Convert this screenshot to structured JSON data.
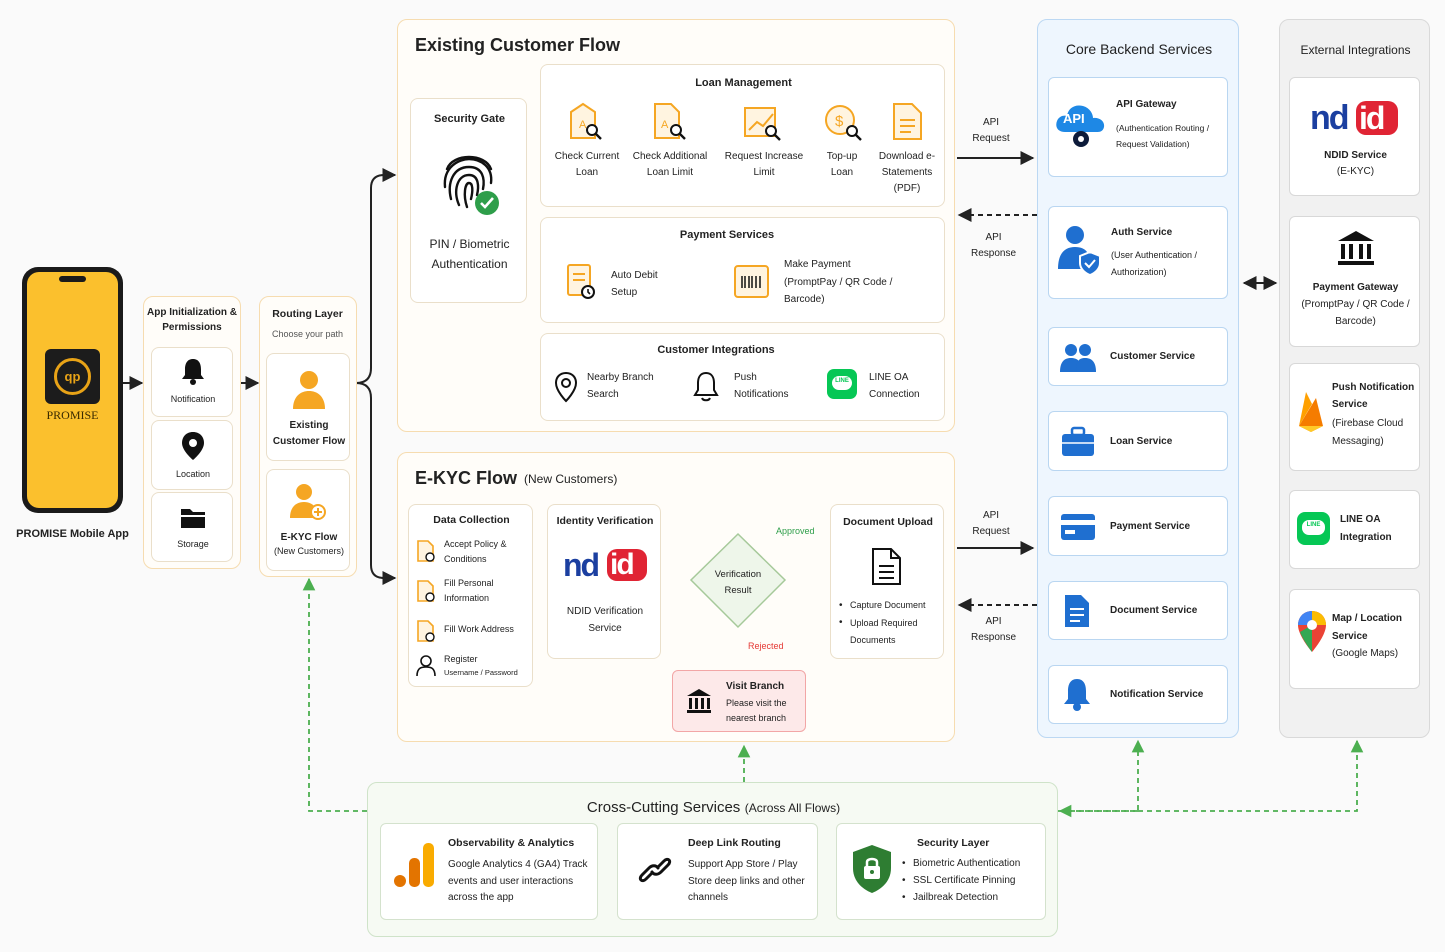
{
  "colors": {
    "orange": "#f5a623",
    "blue": "#1f6fd0",
    "green": "#2e7d32",
    "red": "#d32f2f",
    "ndid_blue": "#1b3fa0",
    "ndid_red": "#e02434"
  },
  "app": {
    "label": "PROMISE Mobile App",
    "brand": "PROMISE",
    "logo_letters": "qp"
  },
  "init": {
    "title": "App Initialization & Permissions",
    "items": [
      "Notification",
      "Location",
      "Storage"
    ]
  },
  "routing": {
    "title": "Routing Layer",
    "subtitle": "Choose your path",
    "existing": "Existing Customer Flow",
    "ekyc": "E-KYC Flow",
    "ekyc_sub": "(New Customers)"
  },
  "existing": {
    "title": "Existing Customer Flow",
    "security_gate": {
      "title": "Security Gate",
      "desc": "PIN / Biometric Authentication"
    },
    "loan_management": {
      "title": "Loan Management",
      "items": [
        "Check Current Loan",
        "Check Additional Loan Limit",
        "Request Increase Limit",
        "Top-up Loan",
        "Download e-Statements (PDF)"
      ]
    },
    "payment_services": {
      "title": "Payment Services",
      "auto_debit": "Auto Debit Setup",
      "make_payment": "Make Payment (PromptPay / QR Code / Barcode)"
    },
    "customer_integrations": {
      "title": "Customer Integrations",
      "items": [
        "Nearby Branch Search",
        "Push Notifications",
        "LINE OA Connection"
      ],
      "line_logo": "LINE"
    }
  },
  "ekyc": {
    "title": "E-KYC Flow",
    "subtitle": "(New Customers)",
    "data_collection": {
      "title": "Data Collection",
      "items": [
        "Accept Policy & Conditions",
        "Fill Personal Information",
        "Fill Work Address",
        "Register"
      ],
      "register_sub": "Username / Password"
    },
    "identity": {
      "title": "Identity Verification",
      "logo_a": "nd",
      "logo_b": "id",
      "desc": "NDID Verification Service"
    },
    "decision": {
      "label": "Verification Result",
      "approved": "Approved",
      "rejected": "Rejected"
    },
    "document_upload": {
      "title": "Document Upload",
      "items": [
        "Capture Document",
        "Upload Required Documents"
      ]
    },
    "visit_branch": {
      "title": "Visit Branch",
      "desc": "Please visit the nearest branch"
    }
  },
  "arrows": {
    "api_request": "API Request",
    "api_response": "API Response"
  },
  "core": {
    "title": "Core Backend Services",
    "api_gateway": {
      "title": "API Gateway",
      "desc": "(Authentication Routing / Request Validation)",
      "icon_text": "API"
    },
    "auth": {
      "title": "Auth Service",
      "desc": "(User Authentication / Authorization)"
    },
    "services": [
      "Customer Service",
      "Loan Service",
      "Payment Service",
      "Document Service",
      "Notification Service"
    ]
  },
  "external": {
    "title": "External Integrations",
    "ndid": {
      "logo_a": "nd",
      "logo_b": "id",
      "title": "NDID Service",
      "desc": "(E-KYC)"
    },
    "payment": {
      "title": "Payment Gateway",
      "desc": "(PromptPay / QR Code / Barcode)"
    },
    "push": {
      "title": "Push Notification Service",
      "desc": "(Firebase Cloud Messaging)"
    },
    "line": {
      "title": "LINE OA Integration",
      "logo": "LINE"
    },
    "map": {
      "title": "Map / Location Service",
      "desc": "(Google Maps)"
    }
  },
  "cross": {
    "title": "Cross-Cutting Services",
    "subtitle": "(Across All Flows)",
    "observability": {
      "title": "Observability & Analytics",
      "desc": "Google Analytics 4 (GA4) Track events and user interactions across the app"
    },
    "deeplink": {
      "title": "Deep Link Routing",
      "desc": "Support App Store / Play Store deep links and other channels"
    },
    "security": {
      "title": "Security Layer",
      "items": [
        "Biometric Authentication",
        "SSL Certificate Pinning",
        "Jailbreak Detection"
      ]
    }
  }
}
